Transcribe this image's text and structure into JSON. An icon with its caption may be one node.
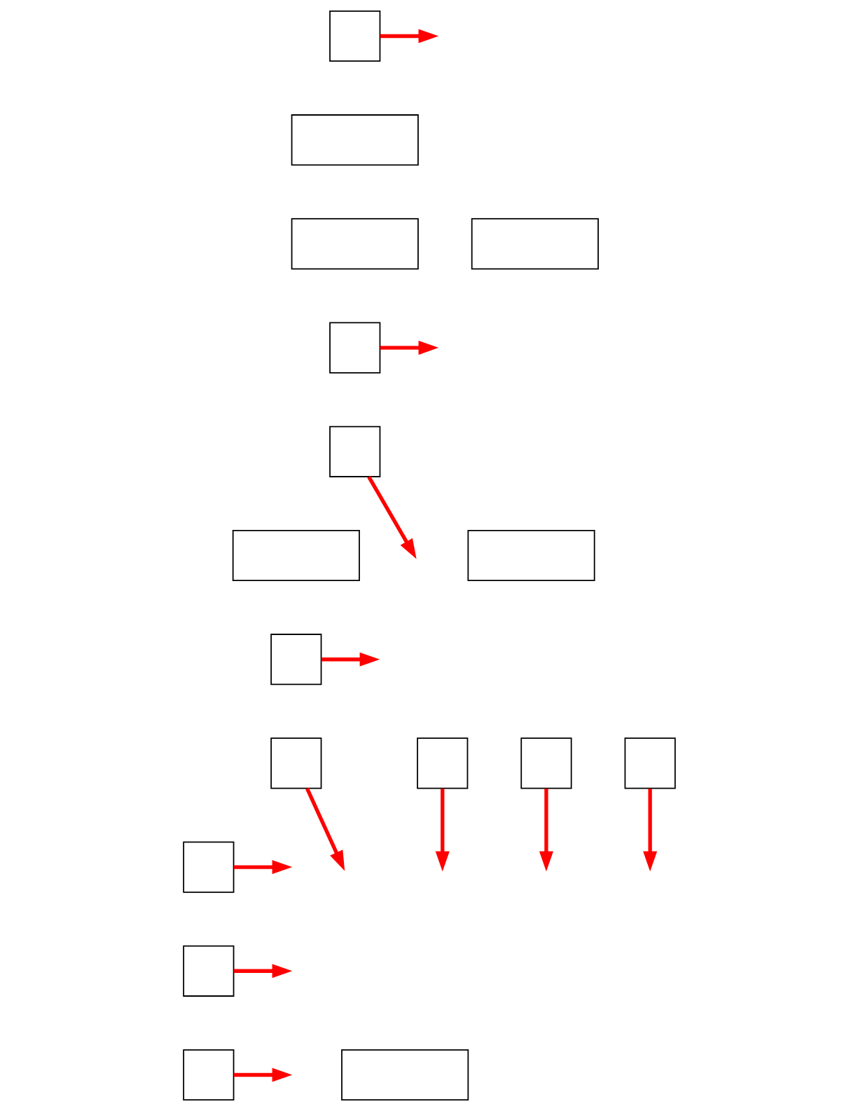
{
  "diagram": {
    "nodes": [
      {
        "text": [],
        "shape": "box"
      },
      {
        "text": [],
        "shape": "box"
      },
      {
        "text": [],
        "shape": "box"
      },
      {
        "text": [],
        "shape": "box"
      },
      {
        "text": [],
        "shape": "box"
      },
      {
        "text": [],
        "shape": "box"
      },
      {
        "text": [],
        "shape": "box"
      },
      {
        "text": [],
        "shape": "box"
      },
      {
        "text": [],
        "shape": "box"
      },
      {
        "text": [],
        "shape": "box"
      },
      {
        "text": [],
        "shape": "box"
      },
      {
        "text": [],
        "shape": "box"
      },
      {
        "text": [],
        "shape": "box"
      },
      {
        "text": [],
        "shape": "box"
      },
      {
        "text": [],
        "shape": "box"
      },
      {
        "text": [],
        "shape": "box"
      },
      {
        "text": [],
        "shape": "box"
      }
    ],
    "edges": [
      {
        "from": 0,
        "to": null,
        "arrow": "to"
      },
      {
        "from": 4,
        "to": null,
        "arrow": "to"
      },
      {
        "from": 5,
        "to": null,
        "arrow": "to"
      },
      {
        "from": 8,
        "to": null,
        "arrow": "to"
      },
      {
        "from": 9,
        "to": null,
        "arrow": "to"
      },
      {
        "from": 10,
        "to": null,
        "arrow": "to"
      },
      {
        "from": 11,
        "to": null,
        "arrow": "to"
      },
      {
        "from": 12,
        "to": null,
        "arrow": "to"
      },
      {
        "from": 13,
        "to": null,
        "arrow": "to"
      },
      {
        "from": 14,
        "to": null,
        "arrow": "to"
      },
      {
        "from": 16,
        "to": null,
        "arrow": "to"
      }
    ]
  }
}
